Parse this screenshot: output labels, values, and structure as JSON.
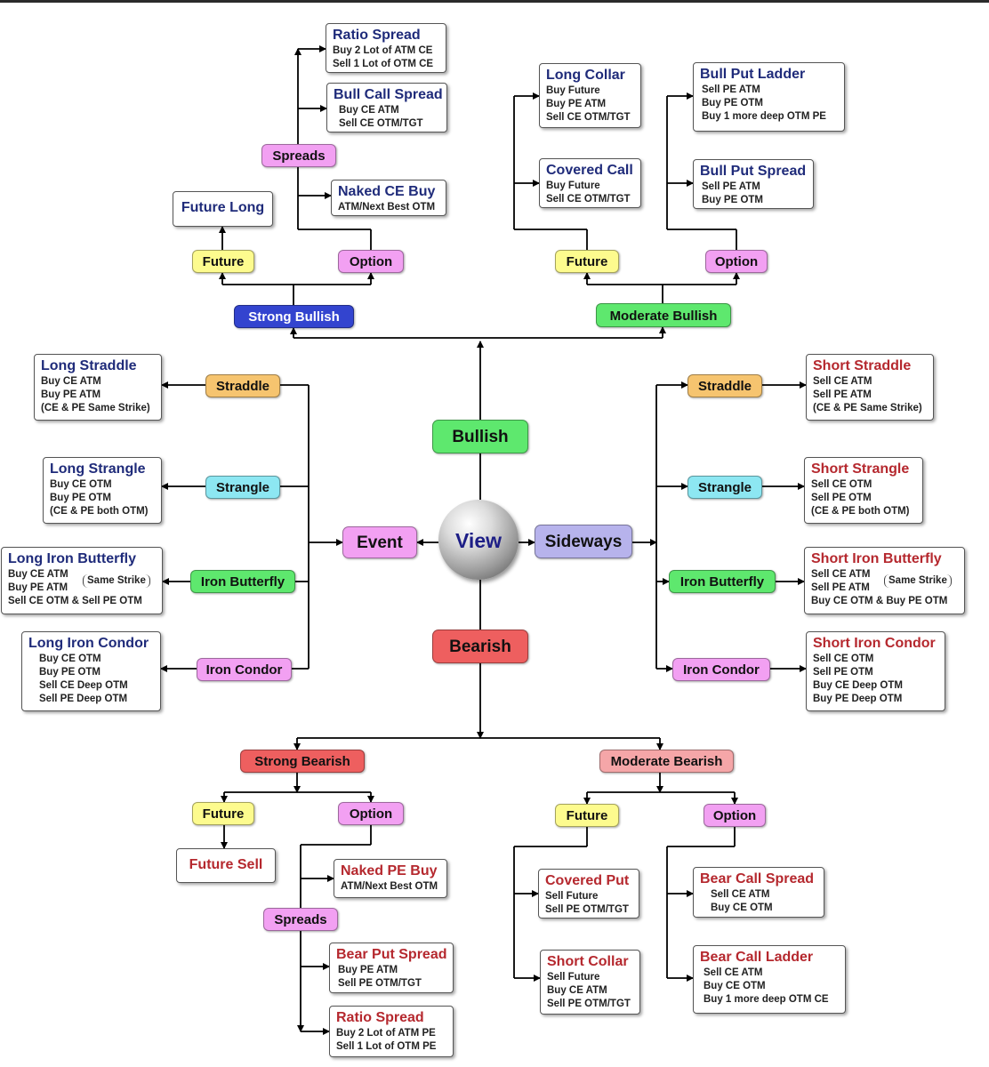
{
  "colors": {
    "yellow": "#fdfb8e",
    "magenta": "#f2a0f2",
    "blue": "#3344cf",
    "green": "#5ee86e",
    "orange": "#f6c46f",
    "cyan": "#8de7f2",
    "lavender": "#b7b3ec",
    "red": "#ee5f5f",
    "pink": "#f5a6a8",
    "title_bull": "#1f2b7a",
    "title_bear": "#b5282e",
    "view_text": "#1d1e86"
  },
  "center": {
    "label": "View"
  },
  "views": {
    "bullish": "Bullish",
    "bearish": "Bearish",
    "event": "Event",
    "sideways": "Sideways"
  },
  "bullish": {
    "strong": {
      "label": "Strong Bullish",
      "future": "Future",
      "option": "Option",
      "spreads": "Spreads",
      "future_long": "Future Long",
      "ratio_spread": {
        "title": "Ratio Spread",
        "lines": [
          "Buy 2 Lot of ATM CE",
          "Sell 1 Lot of OTM CE"
        ]
      },
      "bull_call_spread": {
        "title": "Bull Call Spread",
        "lines": [
          "Buy CE ATM",
          "Sell CE OTM/TGT"
        ]
      },
      "naked_ce_buy": {
        "title": "Naked CE Buy",
        "lines": [
          "ATM/Next Best OTM"
        ]
      }
    },
    "moderate": {
      "label": "Moderate Bullish",
      "future": "Future",
      "option": "Option",
      "long_collar": {
        "title": "Long Collar",
        "lines": [
          "Buy Future",
          "Buy PE ATM",
          "Sell CE OTM/TGT"
        ]
      },
      "covered_call": {
        "title": "Covered Call",
        "lines": [
          "Buy Future",
          "Sell CE OTM/TGT"
        ]
      },
      "bull_put_ladder": {
        "title": "Bull Put Ladder",
        "lines": [
          "Sell PE ATM",
          "Buy PE OTM",
          "Buy 1 more deep OTM PE"
        ]
      },
      "bull_put_spread": {
        "title": "Bull Put Spread",
        "lines": [
          "Sell PE ATM",
          "Buy PE OTM"
        ]
      }
    }
  },
  "event": {
    "straddle": "Straddle",
    "strangle": "Strangle",
    "iron_butterfly": "Iron Butterfly",
    "iron_condor": "Iron Condor",
    "long_straddle": {
      "title": "Long Straddle",
      "lines": [
        "Buy CE ATM",
        "Buy PE ATM",
        "(CE & PE Same Strike)"
      ]
    },
    "long_strangle": {
      "title": "Long Strangle",
      "lines": [
        "Buy CE OTM",
        "Buy PE OTM",
        "(CE & PE both OTM)"
      ]
    },
    "long_iron_butterfly": {
      "title": "Long Iron Butterfly",
      "lines": [
        "Buy CE ATM",
        "Buy PE ATM",
        "Sell CE OTM & Sell PE OTM"
      ],
      "note": "Same Strike"
    },
    "long_iron_condor": {
      "title": "Long Iron Condor",
      "lines": [
        "Buy CE OTM",
        "Buy PE OTM",
        "Sell CE Deep OTM",
        "Sell PE Deep OTM"
      ]
    }
  },
  "sideways": {
    "straddle": "Straddle",
    "strangle": "Strangle",
    "iron_butterfly": "Iron Butterfly",
    "iron_condor": "Iron Condor",
    "short_straddle": {
      "title": "Short Straddle",
      "lines": [
        "Sell CE ATM",
        "Sell PE ATM",
        "(CE & PE Same Strike)"
      ]
    },
    "short_strangle": {
      "title": "Short Strangle",
      "lines": [
        "Sell CE OTM",
        "Sell PE OTM",
        "(CE & PE both OTM)"
      ]
    },
    "short_iron_butterfly": {
      "title": "Short Iron Butterfly",
      "lines": [
        "Sell CE ATM",
        "Sell PE ATM",
        "Buy CE OTM & Buy PE OTM"
      ],
      "note": "Same Strike"
    },
    "short_iron_condor": {
      "title": "Short Iron Condor",
      "lines": [
        "Sell CE OTM",
        "Sell PE OTM",
        "Buy CE Deep OTM",
        "Buy PE Deep OTM"
      ]
    }
  },
  "bearish": {
    "strong": {
      "label": "Strong Bearish",
      "future": "Future",
      "option": "Option",
      "spreads": "Spreads",
      "future_sell": "Future Sell",
      "naked_pe_buy": {
        "title": "Naked PE Buy",
        "lines": [
          "ATM/Next Best OTM"
        ]
      },
      "bear_put_spread": {
        "title": "Bear Put Spread",
        "lines": [
          "Buy PE ATM",
          "Sell PE OTM/TGT"
        ]
      },
      "ratio_spread": {
        "title": "Ratio Spread",
        "lines": [
          "Buy 2 Lot of ATM PE",
          "Sell 1 Lot of OTM PE"
        ]
      }
    },
    "moderate": {
      "label": "Moderate Bearish",
      "future": "Future",
      "option": "Option",
      "covered_put": {
        "title": "Covered Put",
        "lines": [
          "Sell Future",
          "Sell PE OTM/TGT"
        ]
      },
      "short_collar": {
        "title": "Short Collar",
        "lines": [
          "Sell Future",
          "Buy CE ATM",
          "Sell PE OTM/TGT"
        ]
      },
      "bear_call_spread": {
        "title": "Bear Call Spread",
        "lines": [
          "Sell CE ATM",
          "Buy CE OTM"
        ]
      },
      "bear_call_ladder": {
        "title": "Bear Call Ladder",
        "lines": [
          "Sell CE ATM",
          "Buy CE OTM",
          "Buy 1 more deep OTM CE"
        ]
      }
    }
  }
}
